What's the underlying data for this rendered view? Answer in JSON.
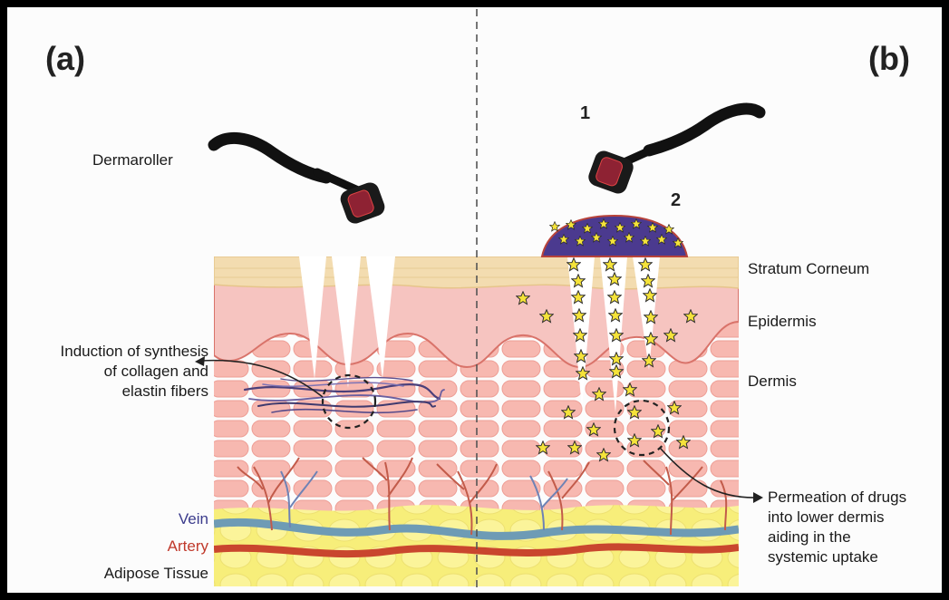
{
  "panels": {
    "a": "(a)",
    "b": "(b)"
  },
  "steps": {
    "one": "1",
    "two": "2"
  },
  "labels": {
    "dermaroller": "Dermaroller",
    "stratum_corneum": "Stratum Corneum",
    "epidermis": "Epidermis",
    "dermis": "Dermis",
    "vein": "Vein",
    "artery": "Artery",
    "adipose": "Adipose Tissue",
    "induction": [
      "Induction of synthesis",
      "of collagen and",
      "elastin fibers"
    ],
    "permeation": [
      "Permeation of drugs",
      "into lower dermis",
      "aiding in the",
      "systemic uptake"
    ]
  },
  "colors": {
    "vein_label": "#3b3b8c",
    "artery_label": "#c0392b",
    "stratum": "#f3dcb0",
    "epidermis": "#f6b9b7",
    "dermis": "#f3a9a0",
    "adipose": "#f7ee7a",
    "vein": "#6e9bb5",
    "artery": "#c9462e",
    "drug_patch": "#4b3a8f",
    "star": "#f5e33a"
  },
  "icons": [
    "dermaroller-icon",
    "microneedle-icon",
    "drug-star-icon",
    "drug-patch-icon",
    "collagen-fiber-icon"
  ]
}
